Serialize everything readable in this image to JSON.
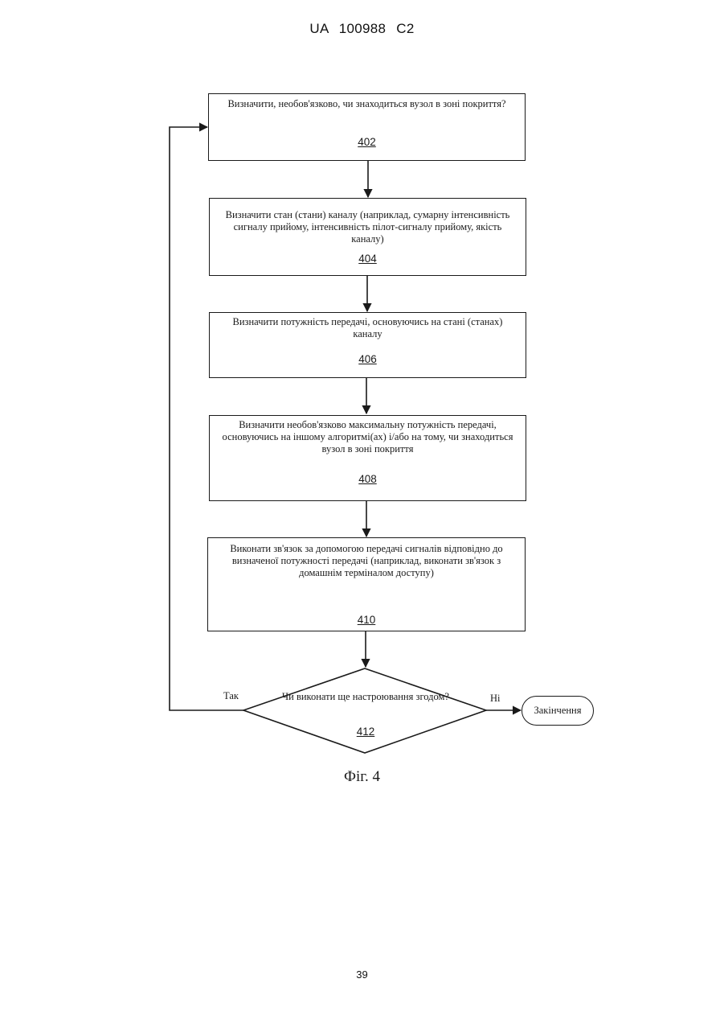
{
  "header": {
    "text": "UA 100988 C2"
  },
  "steps": [
    {
      "text": "Визначити, необов'язково, чи знаходиться вузол в зоні покриття?",
      "ref": "402"
    },
    {
      "text": "Визначити стан (стани) каналу (наприклад, сумарну інтенсивність сигналу прийому, інтенсивність пілот-сигналу прийому, якість каналу)",
      "ref": "404"
    },
    {
      "text": "Визначити потужність передачі, основуючись на стані (станах) каналу",
      "ref": "406"
    },
    {
      "text": "Визначити необов'язково максимальну потужність передачі, основуючись на іншому алгоритмі(ах) і/або на тому, чи знаходиться вузол в зоні покриття",
      "ref": "408"
    },
    {
      "text": "Виконати зв'язок за допомогою передачі сигналів відповідно до визначеної потужності передачі (наприклад, виконати зв'язок з домашнім терміналом доступу)",
      "ref": "410"
    }
  ],
  "decision": {
    "text": "Чи виконати ще настроювання згодом?",
    "ref": "412"
  },
  "labels": {
    "yes": "Так",
    "no": "Ні"
  },
  "end": {
    "text": "Закінчення"
  },
  "caption": "Фіг. 4",
  "page_number": "39"
}
